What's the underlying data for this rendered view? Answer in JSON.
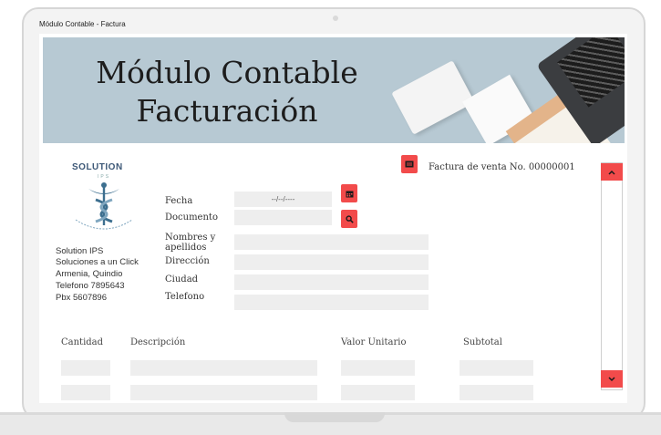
{
  "window": {
    "title": "Módulo Contable - Factura"
  },
  "banner": {
    "title_line1": "Módulo Contable",
    "title_line2": "Facturación"
  },
  "logo": {
    "name": "SOLUTION",
    "sub": "IPS",
    "emblem_icon": "caduceus-icon"
  },
  "company": {
    "lines": [
      "Solution IPS",
      "Soluciones a un Click",
      "Armenia, Quindio",
      "Telefono 7895643",
      "Pbx 5607896"
    ]
  },
  "invoice": {
    "label": "Factura de venta No. 00000001",
    "icon": "receipt-icon"
  },
  "form": {
    "fecha_label": "Fecha",
    "fecha_placeholder": "--/--/----",
    "documento_label": "Documento",
    "nombres_label_1": "Nombres y",
    "nombres_label_2": "apellidos",
    "direccion_label": "Dirección",
    "ciudad_label": "Ciudad",
    "telefono_label": "Telefono",
    "calendar_icon": "calendar-icon",
    "search_icon": "search-icon"
  },
  "table": {
    "headers": [
      "Cantidad",
      "Descripción",
      "Valor Unitario",
      "Subtotal"
    ]
  },
  "scroll": {
    "up_icon": "chevron-up-icon",
    "down_icon": "chevron-down-icon"
  },
  "colors": {
    "accent": "#f24b4b",
    "field_bg": "#eeeeee",
    "banner_bg": "#b7c9d3",
    "logo_text": "#3d5877"
  }
}
